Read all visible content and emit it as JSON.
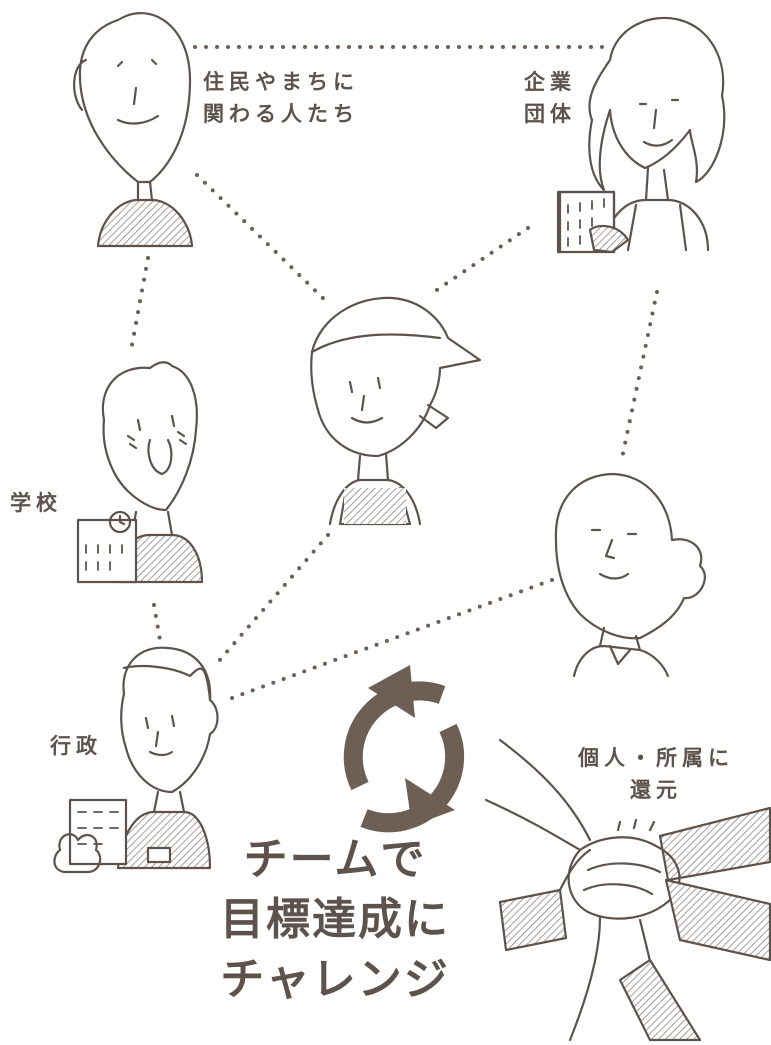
{
  "labels": {
    "residents_line1": "住民やまちに",
    "residents_line2": "関わる人たち",
    "company_line1": "企業",
    "company_line2": "団体",
    "school": "学校",
    "government": "行政",
    "return_line1": "個人・所属に",
    "return_line2": "還元"
  },
  "slogan": {
    "line1": "チームで",
    "line2": "目標達成に",
    "line3": "チャレンジ"
  },
  "colors": {
    "ink": "#5d534c",
    "accent": "#6e5f55",
    "hatch": "#8f8580"
  }
}
